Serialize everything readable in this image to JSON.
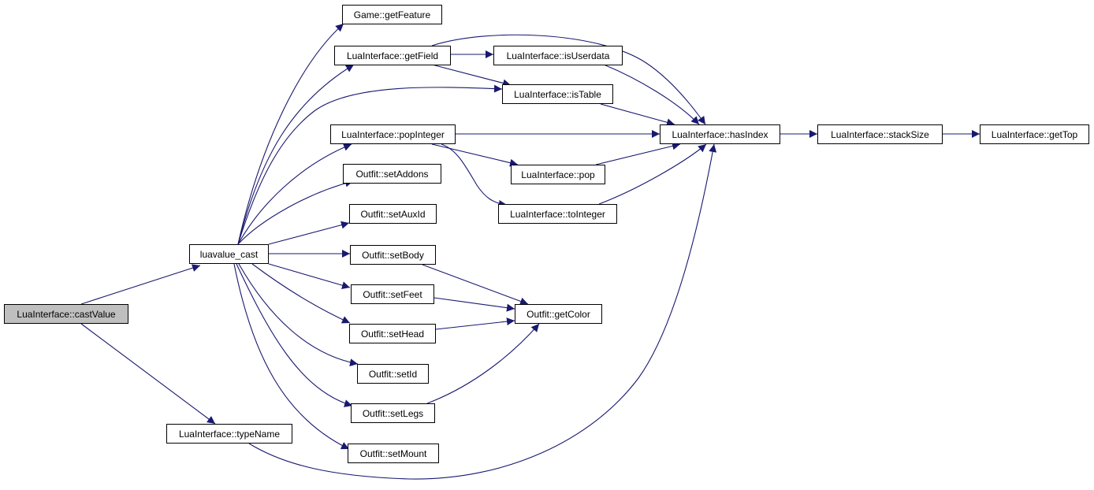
{
  "colors": {
    "edge": "#191970",
    "node_border": "#000000",
    "focus_fill": "#bfbfbf",
    "node_fill": "#ffffff"
  },
  "nodes": {
    "castValue": "LuaInterface::castValue",
    "luavalue_cast": "luavalue_cast",
    "typeName": "LuaInterface::typeName",
    "getFeature": "Game::getFeature",
    "getField": "LuaInterface::getField",
    "isUserdata": "LuaInterface::isUserdata",
    "isTable": "LuaInterface::isTable",
    "popInteger": "LuaInterface::popInteger",
    "hasIndex": "LuaInterface::hasIndex",
    "stackSize": "LuaInterface::stackSize",
    "getTop": "LuaInterface::getTop",
    "pop": "LuaInterface::pop",
    "toInteger": "LuaInterface::toInteger",
    "setAddons": "Outfit::setAddons",
    "setAuxId": "Outfit::setAuxId",
    "setBody": "Outfit::setBody",
    "setFeet": "Outfit::setFeet",
    "setHead": "Outfit::setHead",
    "setId": "Outfit::setId",
    "setLegs": "Outfit::setLegs",
    "setMount": "Outfit::setMount",
    "getColor": "Outfit::getColor"
  },
  "edges": [
    [
      "castValue",
      "luavalue_cast"
    ],
    [
      "castValue",
      "typeName"
    ],
    [
      "luavalue_cast",
      "getFeature"
    ],
    [
      "luavalue_cast",
      "getField"
    ],
    [
      "luavalue_cast",
      "isTable"
    ],
    [
      "luavalue_cast",
      "popInteger"
    ],
    [
      "luavalue_cast",
      "setAddons"
    ],
    [
      "luavalue_cast",
      "setAuxId"
    ],
    [
      "luavalue_cast",
      "setBody"
    ],
    [
      "luavalue_cast",
      "setFeet"
    ],
    [
      "luavalue_cast",
      "setHead"
    ],
    [
      "luavalue_cast",
      "setId"
    ],
    [
      "luavalue_cast",
      "setLegs"
    ],
    [
      "luavalue_cast",
      "setMount"
    ],
    [
      "getField",
      "isUserdata"
    ],
    [
      "getField",
      "isTable"
    ],
    [
      "getField",
      "hasIndex"
    ],
    [
      "isUserdata",
      "hasIndex"
    ],
    [
      "isTable",
      "hasIndex"
    ],
    [
      "popInteger",
      "hasIndex"
    ],
    [
      "popInteger",
      "pop"
    ],
    [
      "popInteger",
      "toInteger"
    ],
    [
      "pop",
      "hasIndex"
    ],
    [
      "toInteger",
      "hasIndex"
    ],
    [
      "typeName",
      "hasIndex"
    ],
    [
      "hasIndex",
      "stackSize"
    ],
    [
      "stackSize",
      "getTop"
    ],
    [
      "setBody",
      "getColor"
    ],
    [
      "setFeet",
      "getColor"
    ],
    [
      "setHead",
      "getColor"
    ],
    [
      "setLegs",
      "getColor"
    ]
  ]
}
